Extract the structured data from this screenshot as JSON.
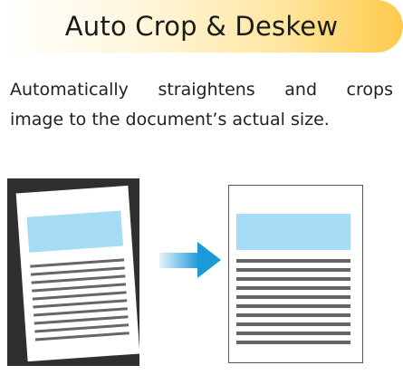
{
  "title": "Auto Crop & Deskew",
  "description": {
    "line1": "Automatically straightens and crops",
    "line2": "image to the document’s actual size."
  },
  "colors": {
    "banner_gradient_end": "#ffc94a",
    "scanner_bed": "#2f2f2f",
    "highlight_block": "#a6dcf5",
    "text_lines": "#666666",
    "arrow_start": "#e6f3fb",
    "arrow_end": "#1a9ad6",
    "page_border": "#555555"
  },
  "icons": {
    "before": "skewed-document-icon",
    "arrow": "right-arrow-icon",
    "after": "straightened-document-icon"
  }
}
